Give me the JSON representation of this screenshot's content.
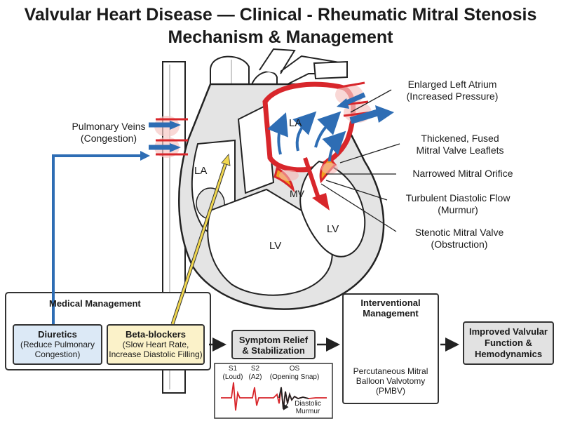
{
  "title": {
    "line1": "Valvular Heart Disease — Clinical - Rheumatic Mitral Stenosis",
    "line2": "Mechanism & Management"
  },
  "labels": {
    "pulmonary_veins": [
      "Pulmonary Veins",
      "(Congestion)"
    ],
    "enlarged_la": [
      "Enlarged Left Atrium",
      "(Increased Pressure)"
    ],
    "thickened": [
      "Thickened, Fused",
      "Mitral Valve Leaflets"
    ],
    "narrowed": "Narrowed Mitral Orifice",
    "turbulent": [
      "Turbulent Diastolic Flow",
      "(Murmur)"
    ],
    "stenotic": [
      "Stenotic Mitral Valve",
      "(Obstruction)"
    ],
    "la_big": "LA",
    "la_small": "LA",
    "lv_big": "LV",
    "lv_small": "LV",
    "mv": "MV"
  },
  "management": {
    "medical_title": "Medical Management",
    "diuretics": {
      "title": "Diuretics",
      "lines": [
        "(Reduce Pulmonary",
        "Congestion)"
      ]
    },
    "beta_blockers": {
      "title": "Beta-blockers",
      "lines": [
        "(Slow Heart Rate,",
        "Increase Diastolic Filling)"
      ]
    },
    "symptom_relief": [
      "Symptom Relief",
      "& Stabilization"
    ],
    "interventional": {
      "title": [
        "Interventional",
        "Management"
      ],
      "caption": [
        "Percutaneous Mitral",
        "Balloon Valvotomy",
        "(PMBV)"
      ]
    },
    "outcome": [
      "Improved Valvular",
      "Function &",
      "Hemodynamics"
    ]
  },
  "phonocardiogram": {
    "s1": [
      "S1",
      "(Loud)"
    ],
    "s2": [
      "S2",
      "(A2)"
    ],
    "os": [
      "OS",
      "(Opening Snap)"
    ],
    "murmur": [
      "Diastolic",
      "Murmur"
    ]
  },
  "colors": {
    "blood_red": "#d8262b",
    "flow_blue": "#2e6db4",
    "diuretic_fill": "#dce9f6",
    "beta_fill": "#fbf2c9",
    "gray_fill": "#e2e2e2",
    "balloon": "#b9c6d6"
  }
}
